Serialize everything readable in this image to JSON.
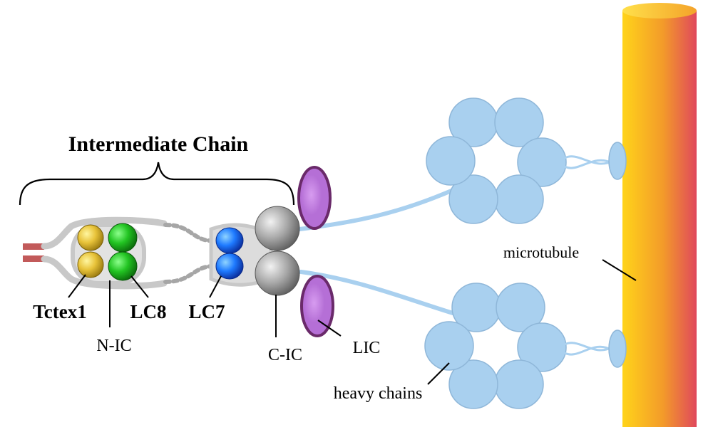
{
  "labels": {
    "intermediate_chain": "Intermediate Chain",
    "tctex1": "Tctex1",
    "lc8": "LC8",
    "lc7": "LC7",
    "n_ic": "N-IC",
    "c_ic": "C-IC",
    "lic": "LIC",
    "heavy_chains": "heavy chains",
    "microtubule": "microtubule"
  },
  "colors": {
    "tctex1": "#d4b11e",
    "lc8": "#1fb21f",
    "lc7": "#1e5ee8",
    "c_ic": "#9e9e9e",
    "lic": "#8a3f8a",
    "heavy_chain": "#a9d0ef",
    "n_ic_scaffold": "#c8c8c8",
    "microtubule_top": "#ffd21a",
    "microtubule_bottom": "#e8475a",
    "tag": "#c25a5a"
  }
}
